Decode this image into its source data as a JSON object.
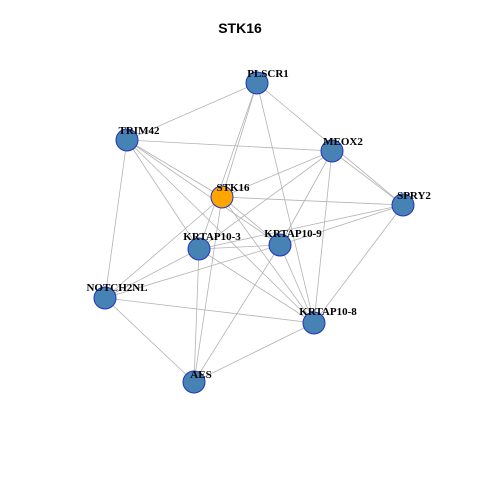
{
  "title": "STK16",
  "colors": {
    "node_default": "#4682b4",
    "node_highlight": "#ffa500",
    "node_border": "#2233bb",
    "edge": "#b3b3b3"
  },
  "chart_data": {
    "type": "network",
    "nodes": [
      {
        "id": "PLSCR1",
        "label": "PLSCR1",
        "highlight": false
      },
      {
        "id": "TRIM42",
        "label": "TRIM42",
        "highlight": false
      },
      {
        "id": "MEOX2",
        "label": "MEOX2",
        "highlight": false
      },
      {
        "id": "STK16",
        "label": "STK16",
        "highlight": true
      },
      {
        "id": "SPRY2",
        "label": "SPRY2",
        "highlight": false
      },
      {
        "id": "KRTAP10-3",
        "label": "KRTAP10-3",
        "highlight": false
      },
      {
        "id": "KRTAP10-9",
        "label": "KRTAP10-9",
        "highlight": false
      },
      {
        "id": "NOTCH2NL",
        "label": "NOTCH2NL",
        "highlight": false
      },
      {
        "id": "KRTAP10-8",
        "label": "KRTAP10-8",
        "highlight": false
      },
      {
        "id": "AES",
        "label": "AES",
        "highlight": false
      }
    ],
    "edges": [
      [
        "PLSCR1",
        "TRIM42"
      ],
      [
        "PLSCR1",
        "STK16"
      ],
      [
        "PLSCR1",
        "KRTAP10-3"
      ],
      [
        "PLSCR1",
        "KRTAP10-8"
      ],
      [
        "PLSCR1",
        "SPRY2"
      ],
      [
        "TRIM42",
        "MEOX2"
      ],
      [
        "TRIM42",
        "STK16"
      ],
      [
        "TRIM42",
        "KRTAP10-3"
      ],
      [
        "TRIM42",
        "KRTAP10-9"
      ],
      [
        "TRIM42",
        "KRTAP10-8"
      ],
      [
        "TRIM42",
        "NOTCH2NL"
      ],
      [
        "MEOX2",
        "STK16"
      ],
      [
        "MEOX2",
        "SPRY2"
      ],
      [
        "MEOX2",
        "KRTAP10-3"
      ],
      [
        "MEOX2",
        "KRTAP10-9"
      ],
      [
        "MEOX2",
        "KRTAP10-8"
      ],
      [
        "STK16",
        "SPRY2"
      ],
      [
        "STK16",
        "KRTAP10-9"
      ],
      [
        "STK16",
        "NOTCH2NL"
      ],
      [
        "STK16",
        "AES"
      ],
      [
        "STK16",
        "KRTAP10-8"
      ],
      [
        "SPRY2",
        "KRTAP10-3"
      ],
      [
        "SPRY2",
        "KRTAP10-9"
      ],
      [
        "SPRY2",
        "KRTAP10-8"
      ],
      [
        "KRTAP10-3",
        "KRTAP10-9"
      ],
      [
        "KRTAP10-3",
        "NOTCH2NL"
      ],
      [
        "KRTAP10-3",
        "AES"
      ],
      [
        "KRTAP10-3",
        "KRTAP10-8"
      ],
      [
        "KRTAP10-9",
        "NOTCH2NL"
      ],
      [
        "KRTAP10-9",
        "AES"
      ],
      [
        "KRTAP10-9",
        "KRTAP10-8"
      ],
      [
        "NOTCH2NL",
        "AES"
      ],
      [
        "NOTCH2NL",
        "KRTAP10-8"
      ],
      [
        "AES",
        "KRTAP10-8"
      ]
    ]
  }
}
